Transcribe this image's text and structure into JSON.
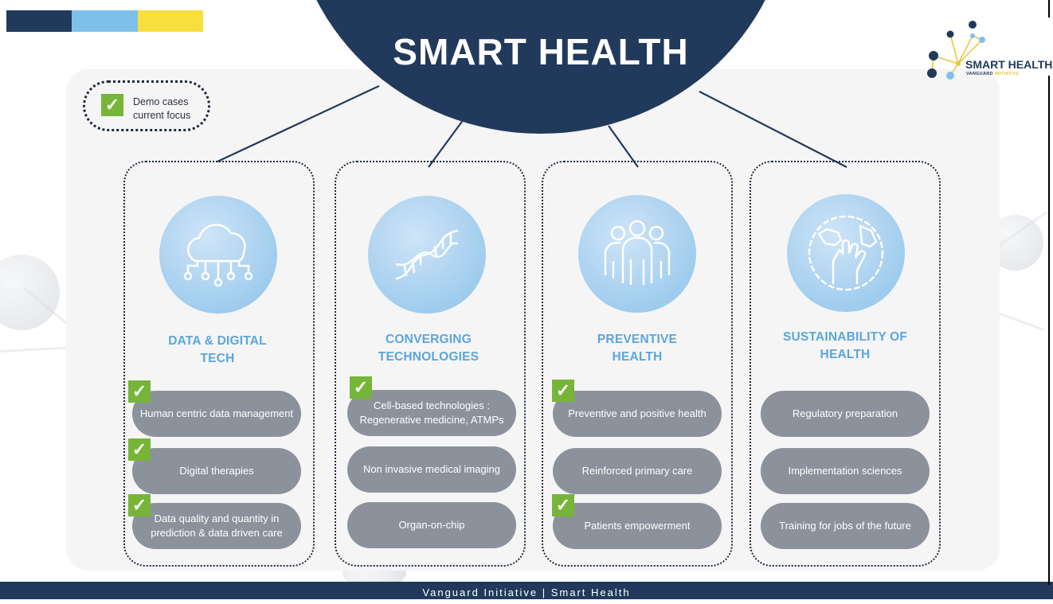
{
  "header": {
    "title": "SMART HEALTH"
  },
  "logo": {
    "title": "SMART HEALTH",
    "sub_main": "VANGUARD",
    "sub_accent": "INITIATIVE"
  },
  "legend": {
    "line1": "Demo cases",
    "line2": "current focus",
    "icon": "check-icon"
  },
  "colors": {
    "navy": "#213a5c",
    "sky": "#7fc0ea",
    "yellow": "#f7e03c",
    "check_green": "#76b538",
    "pill_grey": "#8b929c",
    "title_blue": "#5aa6dc"
  },
  "columns": [
    {
      "title_line1": "DATA & DIGITAL",
      "title_line2": "TECH",
      "icon": "cloud-network-icon",
      "items": [
        {
          "line1": "Human centric data management",
          "line2": "",
          "demo_case": true
        },
        {
          "line1": "Digital therapies",
          "line2": "",
          "demo_case": true
        },
        {
          "line1": "Data quality and quantity in",
          "line2": "prediction & data driven care",
          "demo_case": true
        }
      ]
    },
    {
      "title_line1": "CONVERGING",
      "title_line2": "TECHNOLOGIES",
      "icon": "dna-icon",
      "items": [
        {
          "line1": "Cell-based technologies :",
          "line2": "Regenerative medicine, ATMPs",
          "demo_case": true
        },
        {
          "line1": "Non invasive medical imaging",
          "line2": "",
          "demo_case": false
        },
        {
          "line1": "Organ-on-chip",
          "line2": "",
          "demo_case": false
        }
      ]
    },
    {
      "title_line1": "PREVENTIVE",
      "title_line2": "HEALTH",
      "icon": "people-group-icon",
      "items": [
        {
          "line1": "Preventive and positive health",
          "line2": "",
          "demo_case": true
        },
        {
          "line1": "Reinforced primary care",
          "line2": "",
          "demo_case": false
        },
        {
          "line1": "Patients empowerment",
          "line2": "",
          "demo_case": true
        }
      ]
    },
    {
      "title_line1": "SUSTAINABILITY OF",
      "title_line2": "HEALTH",
      "icon": "globe-hands-icon",
      "items": [
        {
          "line1": "Regulatory preparation",
          "line2": "",
          "demo_case": false
        },
        {
          "line1": "Implementation sciences",
          "line2": "",
          "demo_case": false
        },
        {
          "line1": "Training for jobs of the future",
          "line2": "",
          "demo_case": false
        }
      ]
    }
  ],
  "footer": {
    "text": "Vanguard Initiative | Smart Health"
  }
}
